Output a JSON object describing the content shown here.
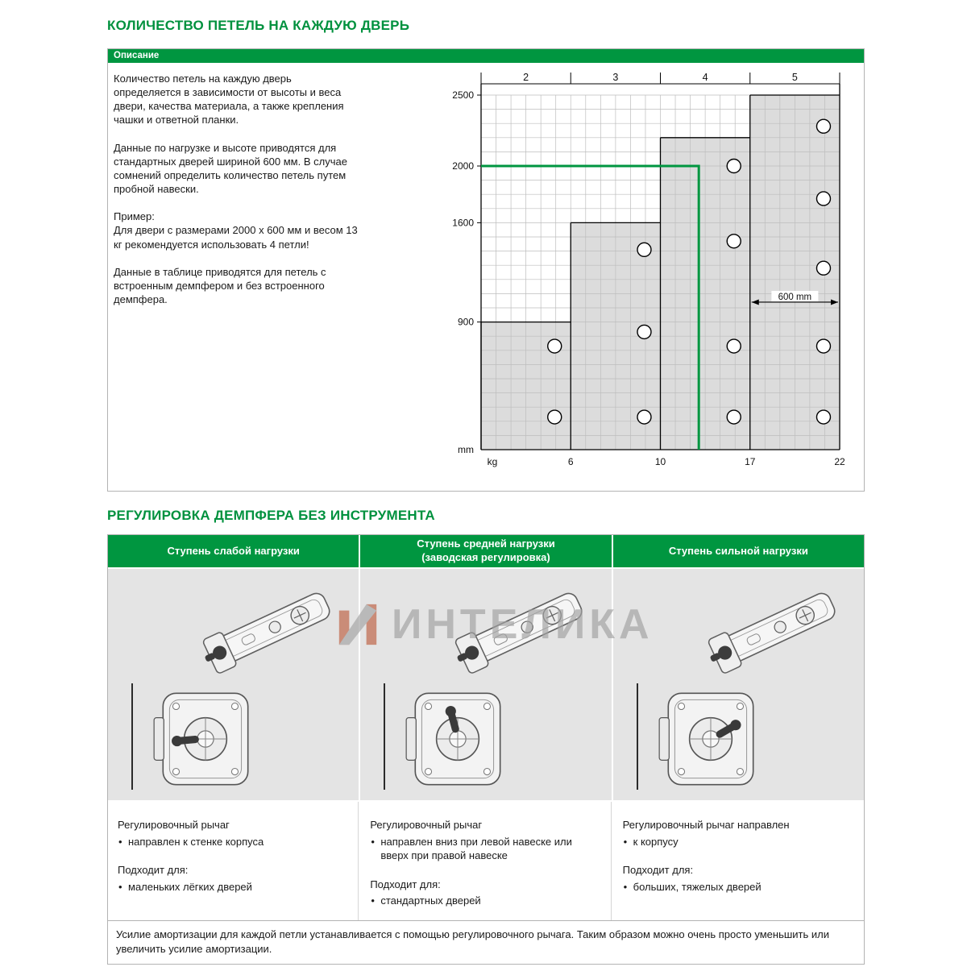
{
  "page": {
    "section1_title": "КОЛИЧЕСТВО ПЕТЕЛЬ НА КАЖДУЮ ДВЕРЬ",
    "section2_title": "РЕГУЛИРОВКА ДЕМПФЕРА БЕЗ ИНСТРУМЕНТА"
  },
  "description_panel": {
    "header": "Описание",
    "paragraphs": [
      "Количество петель на каждую дверь определяется в зависимости от высоты и веса двери, качества материала, а также крепления чашки и ответной планки.",
      "Данные по нагрузке и высоте приводятся для стандартных дверей шириной 600 мм. В случае сомнений определить количество петель путем пробной навески.",
      "Пример:\nДля двери с размерами 2000 x 600 мм и весом 13 кг рекомендуется использовать 4 петли!",
      "Данные в таблице приводятся для петель с встроенным демпфером и без встроенного демпфера."
    ]
  },
  "chart_data": {
    "type": "step-area",
    "x_unit": "kg",
    "y_unit": "mm",
    "y_range": [
      0,
      2500
    ],
    "grid_step_mm": 100,
    "y_ticks": [
      900,
      1600,
      2000,
      2500
    ],
    "x_tick_labels": [
      "6",
      "10",
      "17",
      "22"
    ],
    "hinge_counts": [
      "2",
      "3",
      "4",
      "5"
    ],
    "bands": [
      {
        "hinges": 2,
        "kg_from": 0,
        "kg_to": 6,
        "max_height_mm": 900,
        "hinge_positions_mm": [
          730,
          230
        ]
      },
      {
        "hinges": 3,
        "kg_from": 6,
        "kg_to": 10,
        "max_height_mm": 1600,
        "hinge_positions_mm": [
          1410,
          830,
          230
        ]
      },
      {
        "hinges": 4,
        "kg_from": 10,
        "kg_to": 17,
        "max_height_mm": 2200,
        "hinge_positions_mm": [
          2000,
          1470,
          730,
          230
        ]
      },
      {
        "hinges": 5,
        "kg_from": 17,
        "kg_to": 22,
        "max_height_mm": 2500,
        "hinge_positions_mm": [
          2280,
          1770,
          1280,
          730,
          230
        ]
      }
    ],
    "example": {
      "door_height_mm": 2000,
      "door_weight_kg": 13
    },
    "door_width_note": {
      "label": "600 mm",
      "band_index": 3,
      "at_mm": 1040
    },
    "colors": {
      "accent_green": "#009640",
      "step_fill": "#dcdcdc",
      "grid": "#bdbdbd"
    }
  },
  "adjustment_table": {
    "columns": [
      {
        "header": "Ступень слабой нагрузки",
        "lever_label": "Регулировочный рычаг",
        "lever_item": "направлен к стенке корпуса",
        "suits_label": "Подходит для:",
        "suits_item": "маленьких лёгких дверей"
      },
      {
        "header": "Ступень средней нагрузки\n(заводская регулировка)",
        "lever_label": "Регулировочный рычаг",
        "lever_item": "направлен вниз при левой навеске или вверх при правой навеске",
        "suits_label": "Подходит для:",
        "suits_item": "стандартных дверей"
      },
      {
        "header": "Ступень сильной нагрузки",
        "lever_label": "Регулировочный рычаг направлен",
        "lever_item": "к корпусу",
        "suits_label": "Подходит для:",
        "suits_item": "больших, тяжелых дверей"
      }
    ],
    "note": "Усилие амортизации для каждой петли устанавливается с помощью регулировочного рычага. Таким образом можно очень просто уменьшить или увеличить усилие амортизации."
  },
  "watermark": {
    "text": "ИНТЕЛИКА"
  }
}
